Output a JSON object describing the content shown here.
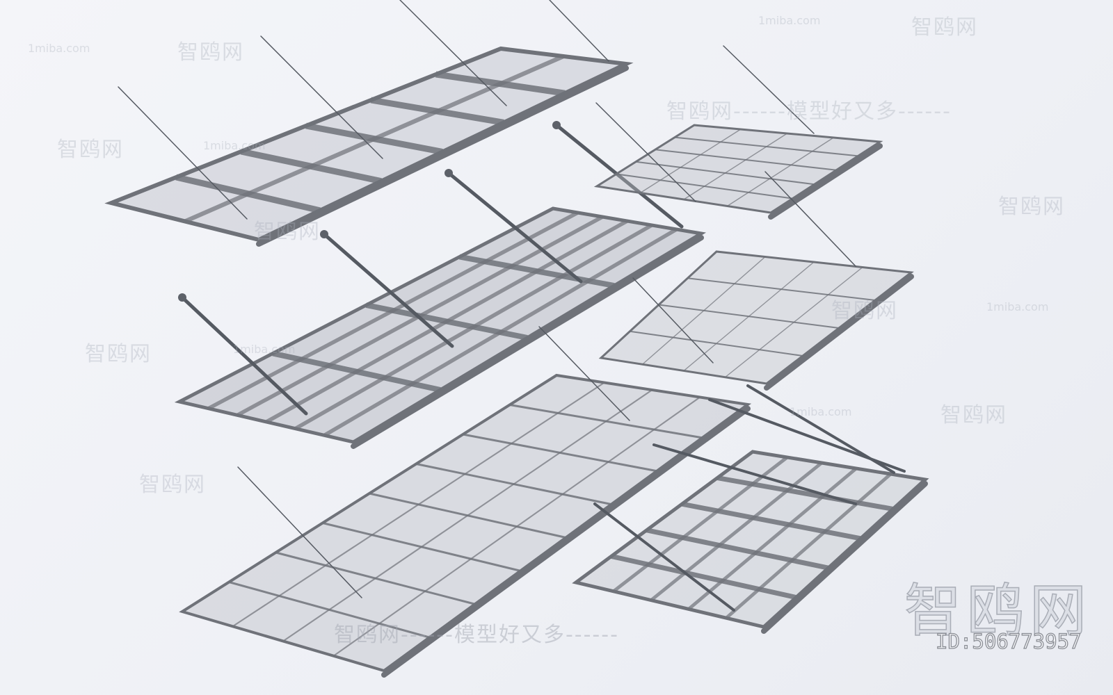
{
  "watermarks": {
    "site": "1miba.com",
    "brand": "智鸥网",
    "brand_line": "智鸥网------模型好又多------"
  },
  "logo": {
    "text": "智鸥网"
  },
  "model_id": "ID:506773957",
  "colors": {
    "frame": "#6f7279",
    "glass": "#b9bcc4",
    "background": "#f0f1f6"
  }
}
